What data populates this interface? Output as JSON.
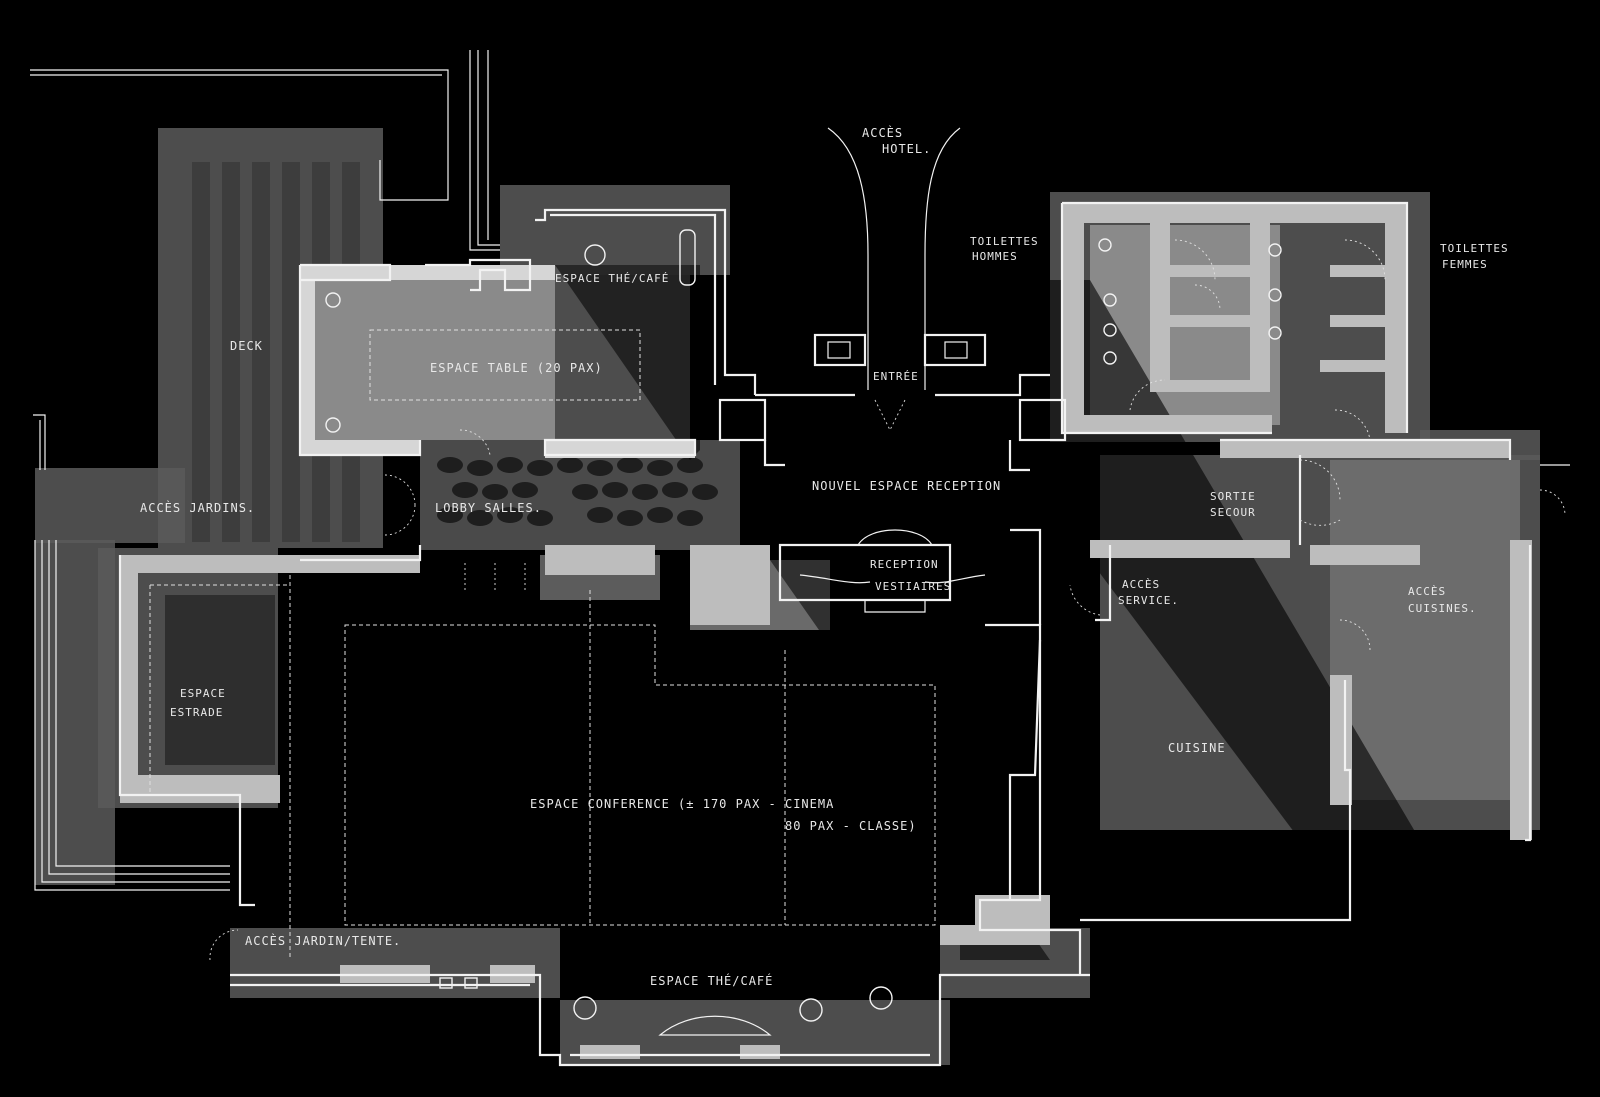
{
  "labels": {
    "acces_hotel_1": "ACCÈS",
    "acces_hotel_2": "HOTEL.",
    "espace_the_cafe_top": "ESPACE THÉ/CAFÉ",
    "espace_table": "ESPACE TABLE (20 PAX)",
    "deck": "DECK",
    "toilettes_hommes_1": "TOILETTES",
    "toilettes_hommes_2": "HOMMES",
    "toilettes_femmes_1": "TOILETTES",
    "toilettes_femmes_2": "FEMMES",
    "entree": "ENTRÉE",
    "nouvel_espace_reception": "NOUVEL ESPACE RECEPTION",
    "acces_jardins": "ACCÈS JARDINS.",
    "lobby_salles": "LOBBY SALLES.",
    "sortie_secour_1": "SORTIE",
    "sortie_secour_2": "SECOUR",
    "reception": "RECEPTION",
    "vestiaires": "VESTIAIRES",
    "acces_service_1": "ACCÈS",
    "acces_service_2": "SERVICE.",
    "acces_cuisines_1": "ACCÈS",
    "acces_cuisines_2": "CUISINES.",
    "espace_estrade_1": "ESPACE",
    "espace_estrade_2": "ESTRADE",
    "cuisine": "CUISINE",
    "espace_conference_1": "ESPACE CONFERENCE (± 170 PAX - CINEMA",
    "espace_conference_2": "80 PAX - CLASSE)",
    "acces_jardin_tente": "ACCÈS JARDIN/TENTE.",
    "espace_the_cafe_bottom": "ESPACE THÉ/CAFÉ"
  },
  "colors": {
    "background": "#000000",
    "line": "#f2f2f2",
    "wash": "#5a5a5a",
    "band": "#bdbdbd"
  }
}
